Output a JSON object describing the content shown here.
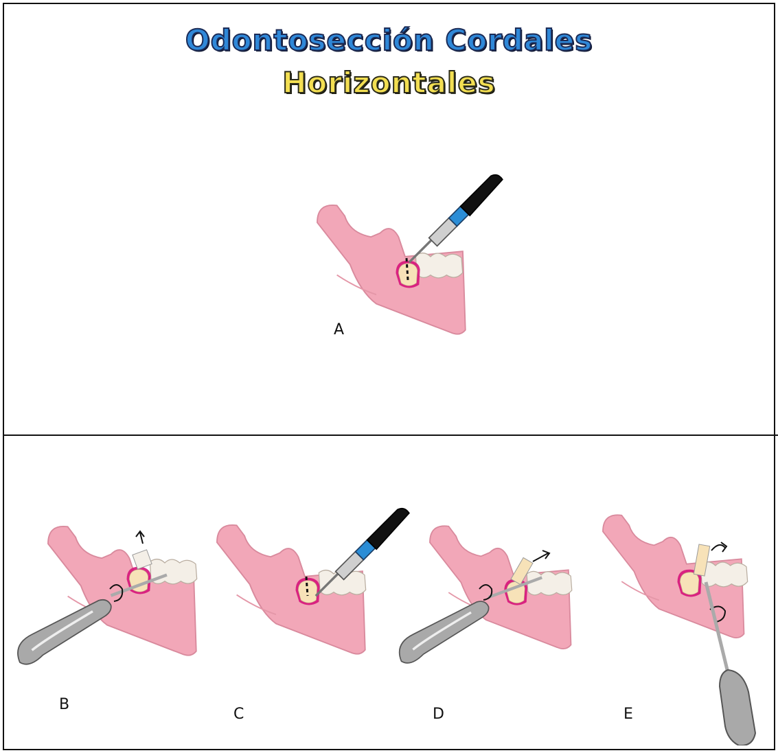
{
  "title": {
    "line1": "Odontosección Cordales",
    "line2": "Horizontales"
  },
  "panels": {
    "a": "A",
    "b": "B",
    "c": "C",
    "d": "D",
    "e": "E"
  },
  "colors": {
    "title_line1": "#2f88d8",
    "title_line2": "#f3df52",
    "gum": "#f2a7b8",
    "tooth": "#f4efe7",
    "handpiece_band": "#2b8dd6",
    "cut_outline": "#d6147a"
  }
}
